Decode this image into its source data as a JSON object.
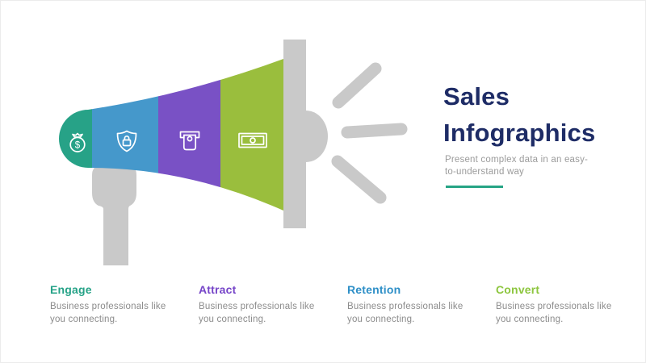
{
  "title": {
    "line1": "Sales",
    "line2": "Infographics",
    "color": "#1e2c66"
  },
  "subtitle": {
    "line1": "Present complex data in an easy-",
    "line2": "to-understand way",
    "color": "#9b9b9b",
    "underline_color": "#26a485"
  },
  "megaphone": {
    "gray": "#c9c9c9",
    "icon_color": "#ffffff",
    "dollar_glyph": "$",
    "segments": [
      {
        "name": "engage",
        "color": "#27a287",
        "icon": "money-bag-icon"
      },
      {
        "name": "attract",
        "color": "#4598cb",
        "icon": "shield-lock-icon"
      },
      {
        "name": "retention",
        "color": "#7951c5",
        "icon": "atm-slot-icon"
      },
      {
        "name": "convert",
        "color": "#9abe3d",
        "icon": "banknote-icon"
      }
    ]
  },
  "columns": [
    {
      "heading": "Engage",
      "heading_color": "#25a287",
      "body_line1": "Business professionals like",
      "body_line2": "you connecting."
    },
    {
      "heading": "Attract",
      "heading_color": "#7544c8",
      "body_line1": "Business professionals like",
      "body_line2": "you connecting."
    },
    {
      "heading": "Retention",
      "heading_color": "#2e8fc7",
      "body_line1": "Business professionals like",
      "body_line2": "you connecting."
    },
    {
      "heading": "Convert",
      "heading_color": "#8dc63f",
      "body_line1": "Business professionals like",
      "body_line2": "you connecting."
    }
  ]
}
